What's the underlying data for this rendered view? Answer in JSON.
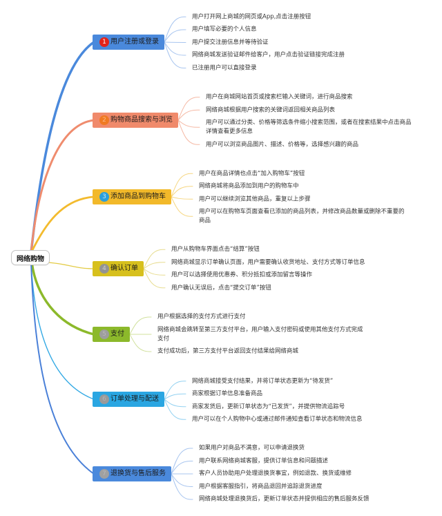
{
  "mindmap": {
    "root": {
      "label": "网络购物"
    },
    "branches": [
      {
        "marker": "1",
        "marker_icon": "priority-1-icon",
        "title": "用户注册或登录",
        "node_color": "#4a89dc",
        "line_color": "#4a89dc",
        "leaf_line_color": "#a8c5ef",
        "marker_color": "#e2231a",
        "marker_text_color": "#ffffff",
        "items": [
          "用户打开网上商城的网页或App,点击注册按钮",
          "用户填写必要的个人信息",
          "用户提交注册信息并等待验证",
          "网络商城发送验证邮件给客户，用户点击验证链接完成注册",
          "已注册用户可以直接登录"
        ]
      },
      {
        "marker": "2",
        "marker_icon": "priority-2-icon",
        "title": "购物商品搜索与浏览",
        "node_color": "#f08a6b",
        "line_color": "#ef8c6e",
        "leaf_line_color": "#f5b8a4",
        "marker_color": "#f07a22",
        "marker_text_color": "#f8b887",
        "items": [
          "用户在商城网站首页或搜索栏输入关键词，进行商品搜索",
          "网络商城根据用户搜索的关键词返回相关商品列表",
          "用户可以通过分类、价格等筛选条件缩小搜索范围，或者在搜索结果中点击商品详情查看更多信息",
          "用户可以浏览商品图片、描述、价格等，选择感兴趣的商品"
        ]
      },
      {
        "marker": "3",
        "marker_icon": "priority-3-icon",
        "title": "添加商品到购物车",
        "node_color": "#f2b92a",
        "line_color": "#f3bb2e",
        "leaf_line_color": "#f6d680",
        "marker_color": "#2c9fdb",
        "marker_text_color": "#c4e5f7",
        "items": [
          "用户在商品详情也点击“加入购物车”按钮",
          "网络商城将商品添加到用户的购物车中",
          "用户可以继续浏览其他商品，重复以上步骤",
          "用户可以在购物车页面查看已添加的商品列表，并修改商品数量或删除不重要的商品"
        ]
      },
      {
        "marker": "4",
        "marker_icon": "priority-4-icon",
        "title": "确认订单",
        "node_color": "#d7c01d",
        "line_color": "#e3cb45",
        "leaf_line_color": "#e7dc8f",
        "marker_color": "#939393",
        "marker_text_color": "#cdcdcd",
        "items": [
          "用户从购物车界面点击“结算”按钮",
          "网络商城显示订单确认页面，用户需要确认收货地址、支付方式等订单信息",
          "用户可以选择使用优惠券、积分抵扣或添加留言等操作",
          "用户确认无误后，点击“提交订单”按钮"
        ]
      },
      {
        "marker": "5",
        "marker_icon": "priority-5-icon",
        "title": "支付",
        "node_color": "#8cb92b",
        "line_color": "#8cb92b",
        "leaf_line_color": "#d0e09c",
        "marker_color": "#9d9d9d",
        "marker_text_color": "#b8b8b8",
        "items": [
          "用户根据选择的支付方式进行支付",
          "网络商城会跳转至第三方支付平台，用户输入支付密码或使用其他支付方式完成支付",
          "支付成功后，第三方支付平台返回支付结果给网络商城"
        ]
      },
      {
        "marker": "6",
        "marker_icon": "priority-6-icon",
        "title": "订单处理与配送",
        "node_color": "#2aa6e2",
        "line_color": "#33a9e4",
        "leaf_line_color": "#92d1f1",
        "marker_color": "#9a9a9a",
        "marker_text_color": "#b5b5b5",
        "items": [
          "网络商城接受支付结果，并将订单状态更新为“待发货”",
          "商家根据订单信息准备商品",
          "商家发货后，更新订单状态为“已发货”，并提供物流追踪号",
          "用户可以在个人购物中心或通过邮件通知查看订单状态和物流信息"
        ]
      },
      {
        "marker": "7",
        "marker_icon": "priority-7-icon",
        "title": "退换货与售后服务",
        "node_color": "#4a89dc",
        "line_color": "#4a80d8",
        "leaf_line_color": "#a8c5ef",
        "marker_color": "#a0a0a0",
        "marker_text_color": "#b9b9b9",
        "items": [
          "如果用户对商品不满意，可以申请退换货",
          "用户联系网络商城客服，提供订单信息和问题描述",
          "客户人员协助用户处理退换货事宜，例如退款、换货或维修",
          "用户根据客服指引，将商品退回并追踪退货进度",
          "网络商城处理退换货后，更新订单状态并提供相应的售后服务反馈"
        ]
      }
    ]
  }
}
